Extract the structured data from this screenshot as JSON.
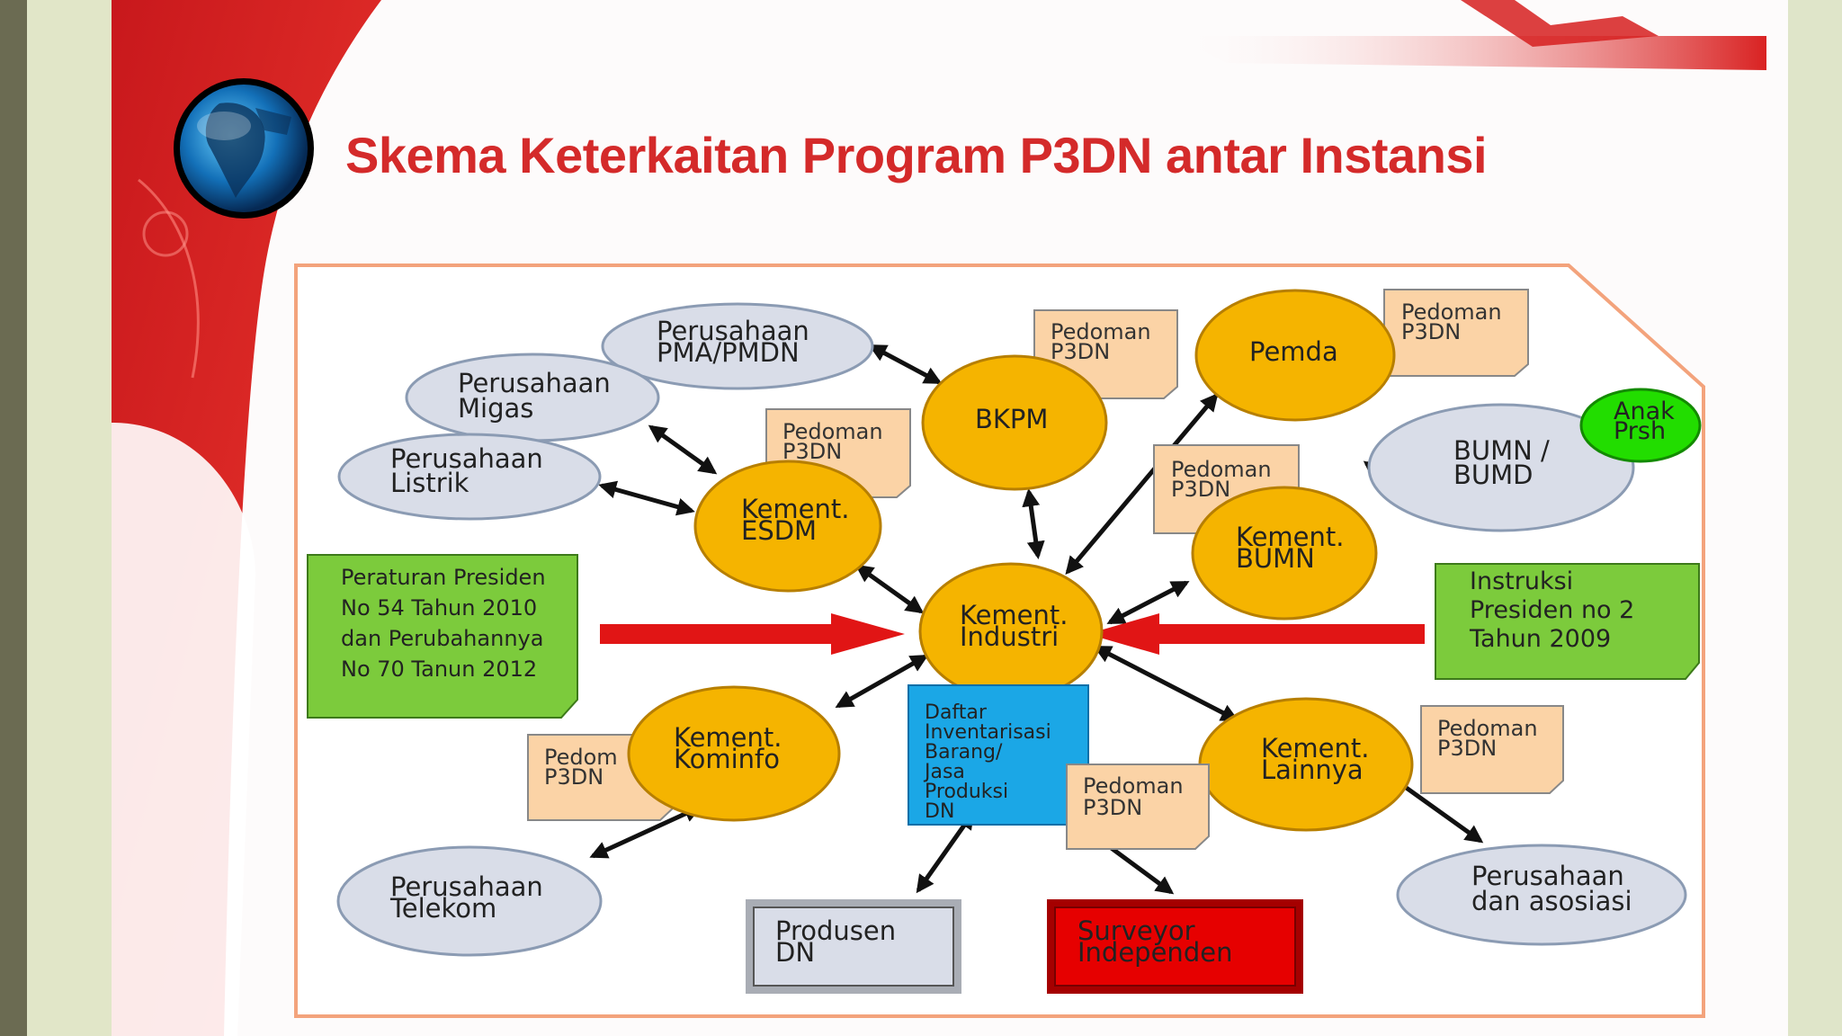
{
  "slide": {
    "title": "Skema Keterkaitan Program P3DN antar Instansi"
  },
  "diagram": {
    "nodes": {
      "pma": [
        "Perusahaan",
        "PMA/PMDN"
      ],
      "migas": [
        "Perusahaan",
        "Migas"
      ],
      "listrik": [
        "Perusahaan",
        "Listrik"
      ],
      "esdm": [
        "Kement.",
        "ESDM"
      ],
      "bkpm": [
        "BKPM"
      ],
      "pemda": [
        "Pemda"
      ],
      "bumn_bumd": [
        "BUMN /",
        "BUMD"
      ],
      "anak_prsh": [
        "Anak",
        "Prsh"
      ],
      "kement_bumn": [
        "Kement.",
        "BUMN"
      ],
      "industri": [
        "Kement.",
        "Industri"
      ],
      "kominfo": [
        "Kement.",
        "Kominfo"
      ],
      "lainnya": [
        "Kement.",
        "Lainnya"
      ],
      "telekom": [
        "Perusahaan",
        "Telekom"
      ],
      "asosiasi": [
        "Perusahaan",
        "dan asosiasi"
      ],
      "produsen": [
        "Produsen",
        "DN"
      ],
      "surveyor": [
        "Surveyor",
        "Independen"
      ],
      "daftar": [
        "Daftar",
        "Inventarisasi",
        "Barang/",
        "Jasa",
        "Produksi",
        "DN"
      ]
    },
    "notes": {
      "pedoman_bkpm": [
        "Pedoman",
        "P3DN"
      ],
      "pedoman_pemda": [
        "Pedoman",
        "P3DN"
      ],
      "pedoman_esdm": [
        "Pedoman",
        "P3DN"
      ],
      "pedoman_bumn": [
        "Pedoman",
        "P3DN"
      ],
      "pedoman_kominfo": [
        "Pedom",
        "P3DN"
      ],
      "pedoman_daftar": [
        "Pedoman",
        "P3DN"
      ],
      "pedoman_lainnya": [
        "Pedoman",
        "P3DN"
      ]
    },
    "boxes": {
      "perpres": [
        "Peraturan Presiden",
        "No 54 Tahun 2010",
        "dan Perubahannya",
        "No 70 Tanun 2012"
      ],
      "inpres": [
        "Instruksi",
        "Presiden no 2",
        "Tahun 2009"
      ]
    }
  },
  "colors": {
    "ellipse_gray": "#d9dde8",
    "ellipse_orange": "#f5b400",
    "note_peach": "#fbd3a6",
    "box_green": "#7ccb3c",
    "daftar_blue": "#1ba7e6",
    "surveyor_red": "#e60000",
    "anak_green": "#22dd00",
    "arrow_red": "#e11515",
    "title_red": "#d42a2a"
  }
}
